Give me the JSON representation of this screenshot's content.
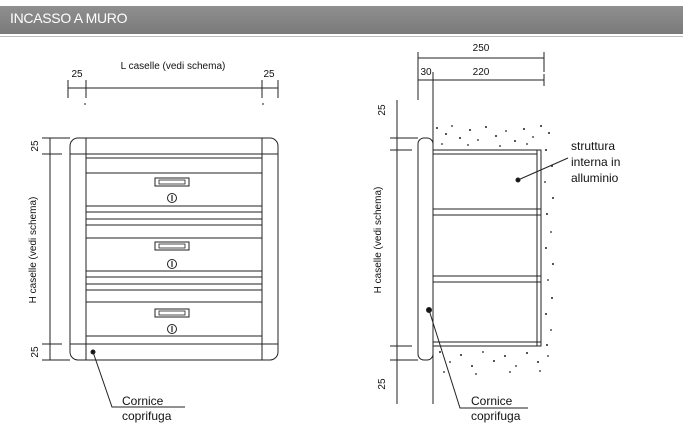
{
  "header": {
    "title": "INCASSO A MURO"
  },
  "front_view": {
    "width_label": "L caselle (vedi schema)",
    "left_margin": "25",
    "right_margin": "25",
    "height_label": "H caselle (vedi schema)",
    "top_margin": "25",
    "bottom_margin": "25",
    "callout": [
      "Cornice",
      "coprifuga"
    ],
    "mailbox_count": 3
  },
  "side_view": {
    "total_depth": "250",
    "frame_depth": "30",
    "body_depth": "220",
    "top_margin": "25",
    "bottom_margin": "25",
    "height_label": "H caselle (vedi schema)",
    "structure_callout": [
      "struttura",
      "interna in",
      "alluminio"
    ],
    "callout": [
      "Cornice",
      "coprifuga"
    ]
  }
}
